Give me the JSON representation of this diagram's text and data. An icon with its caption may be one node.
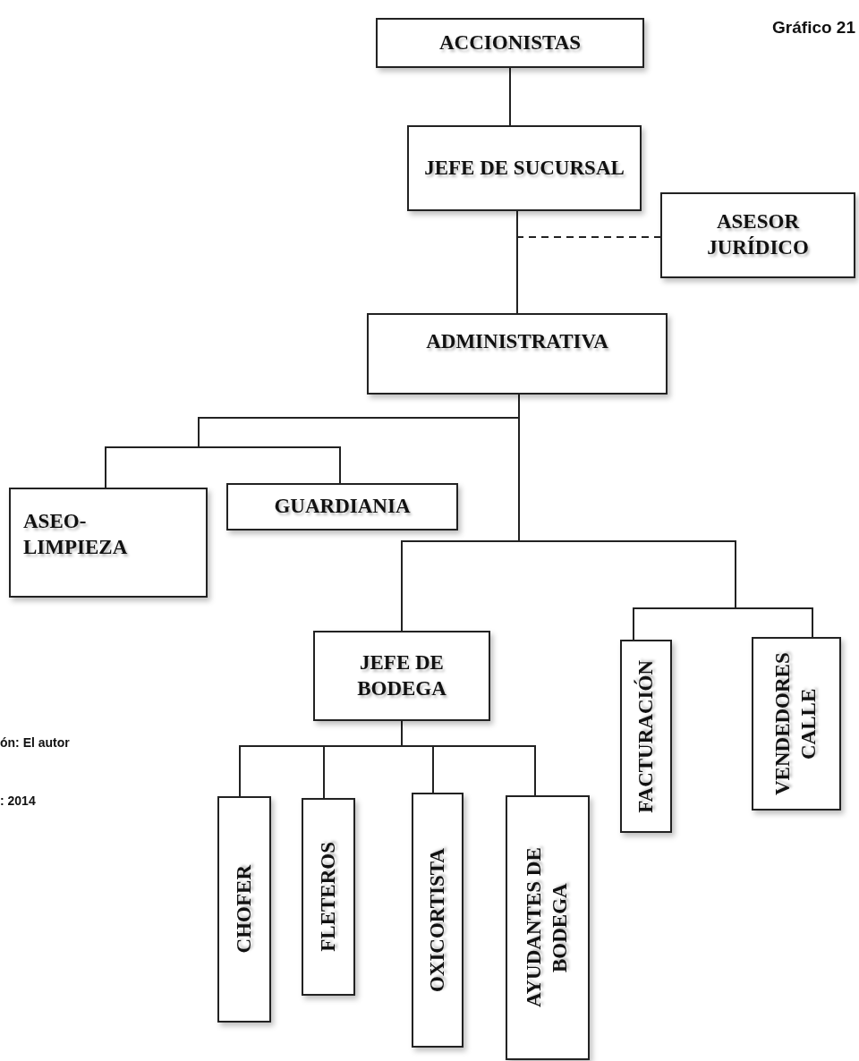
{
  "diagram": {
    "title": "Gráfico 21",
    "nodes": [
      {
        "text": [
          "ACCIONISTAS"
        ]
      },
      {
        "text": [
          "JEFE DE SUCURSAL"
        ]
      },
      {
        "text": [
          "ASESOR JURÍDICO"
        ]
      },
      {
        "text": [
          "ADMINISTRATIVA"
        ]
      },
      {
        "text": [
          "ASEO- LIMPIEZA"
        ]
      },
      {
        "text": [
          "GUARDIANIA"
        ]
      },
      {
        "text": [
          "JEFE DE BODEGA"
        ]
      },
      {
        "text": [
          "FACTURACIÓN"
        ]
      },
      {
        "text": [
          "VENDEDORES CALLE"
        ]
      },
      {
        "text": [
          "CHOFER"
        ]
      },
      {
        "text": [
          "FLETEROS"
        ]
      },
      {
        "text": [
          "OXICORTISTA"
        ]
      },
      {
        "text": [
          "AYUDANTES DE BODEGA"
        ]
      }
    ],
    "edges": [
      {
        "from": 0,
        "to": 1,
        "arrow": "none"
      },
      {
        "from": 1,
        "to": 3,
        "arrow": "none"
      },
      {
        "from": 1,
        "to": 2,
        "arrow": "none",
        "style": "dashed"
      },
      {
        "from": 3,
        "to": 4,
        "arrow": "none"
      },
      {
        "from": 3,
        "to": 5,
        "arrow": "none"
      },
      {
        "from": 3,
        "to": 6,
        "arrow": "none"
      },
      {
        "from": 3,
        "to": 7,
        "arrow": "none"
      },
      {
        "from": 3,
        "to": 8,
        "arrow": "none"
      },
      {
        "from": 6,
        "to": 9,
        "arrow": "none"
      },
      {
        "from": 6,
        "to": 10,
        "arrow": "none"
      },
      {
        "from": 6,
        "to": 11,
        "arrow": "none"
      },
      {
        "from": 6,
        "to": 12,
        "arrow": "none"
      }
    ],
    "labels": [
      "ón: El autor",
      ": 2014"
    ]
  }
}
